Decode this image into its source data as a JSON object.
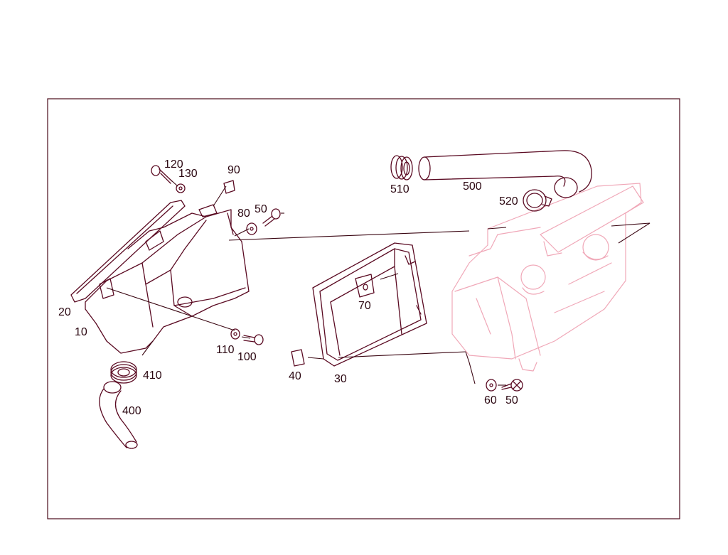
{
  "colors": {
    "line": "#5a0a22",
    "ghost": "#f0a8b8",
    "text": "#2a0610",
    "background": "#ffffff"
  },
  "callouts": {
    "c120": "120",
    "c130": "130",
    "c90": "90",
    "c80": "80",
    "c50a": "50",
    "c20": "20",
    "c10": "10",
    "c110": "110",
    "c100": "100",
    "c410": "410",
    "c400": "400",
    "c510": "510",
    "c500": "500",
    "c520": "520",
    "c70": "70",
    "c40": "40",
    "c30": "30",
    "c60": "60",
    "c50b": "50"
  }
}
